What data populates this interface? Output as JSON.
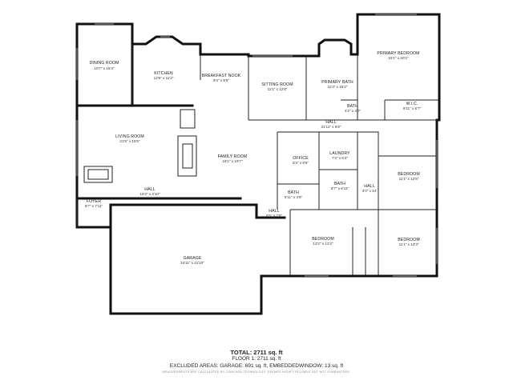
{
  "rooms": {
    "dining_room": {
      "name": "DINING ROOM",
      "dim": "10'7\" x 15'4\""
    },
    "kitchen": {
      "name": "KITCHEN",
      "dim": "12'8\" x 11'4\""
    },
    "breakfast_nook": {
      "name": "BREAKFAST NOOK",
      "dim": "9'4\" x 9'5\""
    },
    "sitting_room": {
      "name": "SITTING ROOM",
      "dim": "11'1\" x 12'8\""
    },
    "primary_bath": {
      "name": "PRIMARY BATH",
      "dim": "11'3\" x 15'2\""
    },
    "primary_bedroom": {
      "name": "PRIMARY BEDROOM",
      "dim": "15'1\" x 20'2\""
    },
    "bath_small": {
      "name": "BATH",
      "dim": "4'2\" x 3'0\""
    },
    "wic": {
      "name": "W.I.C.",
      "dim": "9'11\" x 5'7\""
    },
    "hall_top": {
      "name": "HALL",
      "dim": "21'11\" x 6'8\""
    },
    "living_room": {
      "name": "LIVING ROOM",
      "dim": "21'5\" x 15'5\""
    },
    "family_room": {
      "name": "FAMILY ROOM",
      "dim": "18'1\" x 19'7\""
    },
    "office": {
      "name": "OFFICE",
      "dim": "8'3\" x 8'6\""
    },
    "laundry": {
      "name": "LAUNDRY",
      "dim": "7'3\" x 6'4\""
    },
    "bedroom_right": {
      "name": "BEDROOM",
      "dim": "11'1\" x 12'5\""
    },
    "hall_left": {
      "name": "HALL",
      "dim": "15'3\" x 3'10\""
    },
    "bath_mid": {
      "name": "BATH",
      "dim": "8'7\" x 6'11\""
    },
    "bath_left": {
      "name": "BATH",
      "dim": "5'11\" x 4'8\""
    },
    "hall_right": {
      "name": "HALL",
      "dim": "3'0\" x 14'"
    },
    "foyer": {
      "name": "FOYER",
      "dim": "6'7\" x 7'11\""
    },
    "hall_bottom": {
      "name": "HALL",
      "dim": "6'5\" x 2'6\""
    },
    "bedroom_mid": {
      "name": "BEDROOM",
      "dim": "13'2\" x 13'2\""
    },
    "bedroom_bottom_right": {
      "name": "BEDROOM",
      "dim": "11'1\" x 13'3\""
    },
    "garage": {
      "name": "GARAGE",
      "dim": "34'11\" x 21'10\""
    }
  },
  "summary": {
    "total": "TOTAL: 2711 sq. ft",
    "floor": "FLOOR 1: 2711 sq. ft",
    "excluded": "EXCLUDED AREAS: GARAGE: 691 sq. ft, EMBEDDEDWINDOW: 13 sq. ft",
    "disclaimer": "MEASUREMENTS ARE CALCULATED BY CUBICASA TECHNOLOGY. DEEMED HIGHLY RELIABLE BUT NOT GUARANTEED."
  }
}
